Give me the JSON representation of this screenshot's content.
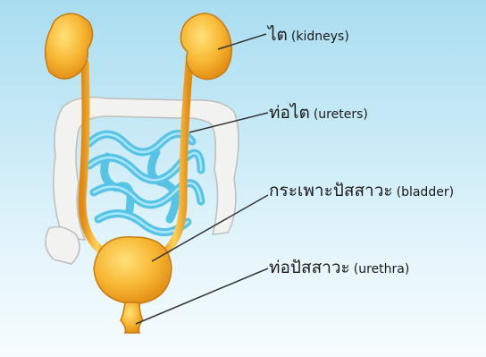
{
  "labels": [
    {
      "id": "kidneys",
      "thai": "ไต",
      "english": "(kidneys)"
    },
    {
      "id": "ureters",
      "thai": "ท่อไต",
      "english": "(ureters)"
    },
    {
      "id": "bladder",
      "thai": "กระเพาะปัสสาวะ",
      "english": "(bladder)"
    },
    {
      "id": "urethra",
      "thai": "ท่อปัสสาวะ",
      "english": "(urethra)"
    }
  ],
  "colors": {
    "background_top": "#a9ddf0",
    "organ_orange": "#f5a623",
    "organ_highlight": "#ffe27a",
    "intestine_blue": "#57c3e6",
    "colon_white": "#f2f2f0",
    "leader_line": "#333333"
  }
}
